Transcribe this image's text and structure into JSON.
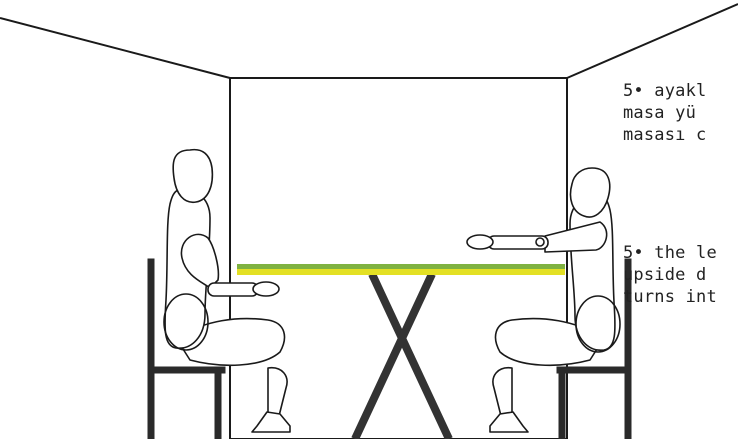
{
  "caption_turkish": {
    "line1": "5• ayakl",
    "line2": "masa yü",
    "line3": "masası c"
  },
  "caption_english": {
    "line1": "5• the le",
    "line2": "upside d",
    "line3": "turns int"
  },
  "colors": {
    "line": "#1a1a1a",
    "chair": "#2a2a2a",
    "tabletop_green": "#7fb241",
    "tabletop_yellow": "#e3e024",
    "table_legs": "#333333"
  }
}
